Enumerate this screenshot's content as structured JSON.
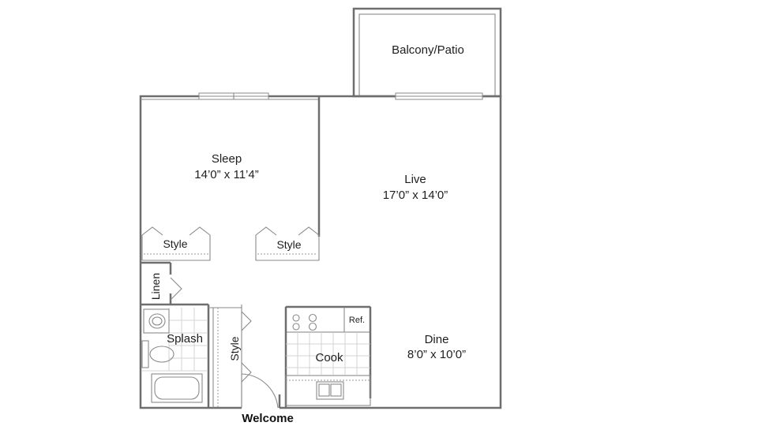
{
  "rooms": {
    "balcony": {
      "label": "Balcony/Patio"
    },
    "sleep": {
      "label": "Sleep",
      "dims": "14’0” x 11’4”"
    },
    "live": {
      "label": "Live",
      "dims": "17’0” x 14’0”"
    },
    "dine": {
      "label": "Dine",
      "dims": "8’0” x 10’0”"
    },
    "cook": {
      "label": "Cook"
    },
    "splash": {
      "label": "Splash"
    }
  },
  "closets": {
    "style_left": "Style",
    "style_right": "Style",
    "style_vertical": "Style",
    "linen": "Linen"
  },
  "appliances": {
    "fridge": "Ref."
  },
  "entry": {
    "label": "Welcome"
  }
}
